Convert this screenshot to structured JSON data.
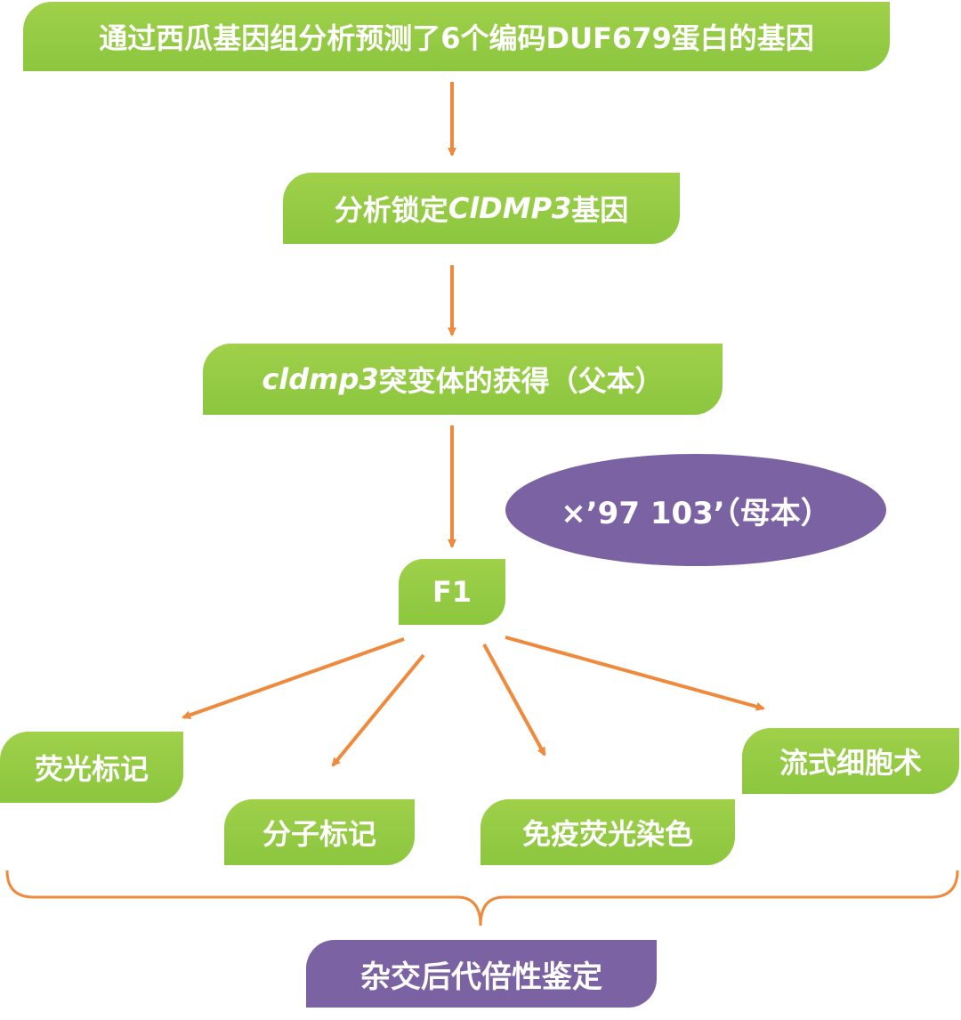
{
  "steps": {
    "step1": "通过西瓜基因组分析预测了6个编码DUF679蛋白的基因",
    "step2_prefix": "分析锁定 ",
    "step2_gene": "ClDMP3",
    "step2_suffix": "基因",
    "step3_gene": "cldmp3",
    "step3_suffix": "突变体的获得（父本）",
    "cross": "×’97 103’（母本）",
    "f1": "F1"
  },
  "methods": {
    "fluorescent_marker": "荧光标记",
    "molecular_marker": "分子标记",
    "immunofluorescence": "免疫荧光染色",
    "flow_cytometry": "流式细胞术"
  },
  "result": "杂交后代倍性鉴定",
  "colors": {
    "box_green": "#8cc63f",
    "box_purple": "#7b62a3",
    "arrow_orange": "#ef8a3c",
    "text": "#ffffff"
  }
}
